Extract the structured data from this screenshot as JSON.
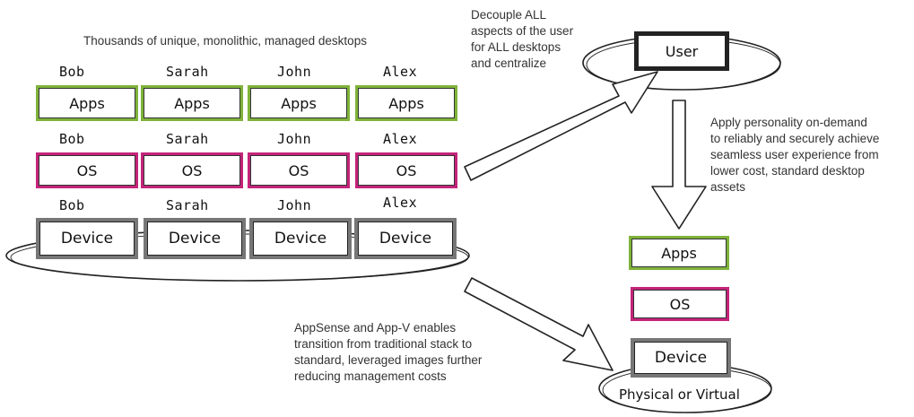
{
  "left": {
    "caption": "Thousands of unique, monolithic, managed desktops",
    "users": [
      "Bob",
      "Sarah",
      "John",
      "Alex"
    ],
    "apps_label": "Apps",
    "os_label": "OS",
    "device_label": "Device"
  },
  "right": {
    "user_label": "User",
    "apps_label": "Apps",
    "os_label": "OS",
    "device_label": "Device",
    "platform_label": "Physical or Virtual"
  },
  "notes": {
    "decouple": [
      "Decouple ALL",
      "aspects of the user",
      "for ALL desktops",
      "and centralize"
    ],
    "personality": [
      "Apply personality on-demand",
      "to reliably and securely achieve",
      "seamless user experience from",
      "lower cost, standard desktop",
      "assets"
    ],
    "appsense": [
      "AppSense and App-V enables",
      "transition from traditional stack to",
      "standard, leveraged images further",
      "reducing management costs"
    ]
  },
  "colors": {
    "apps": "#7fb33a",
    "os": "#c4247a",
    "device": "#777777",
    "user": "#222222"
  }
}
